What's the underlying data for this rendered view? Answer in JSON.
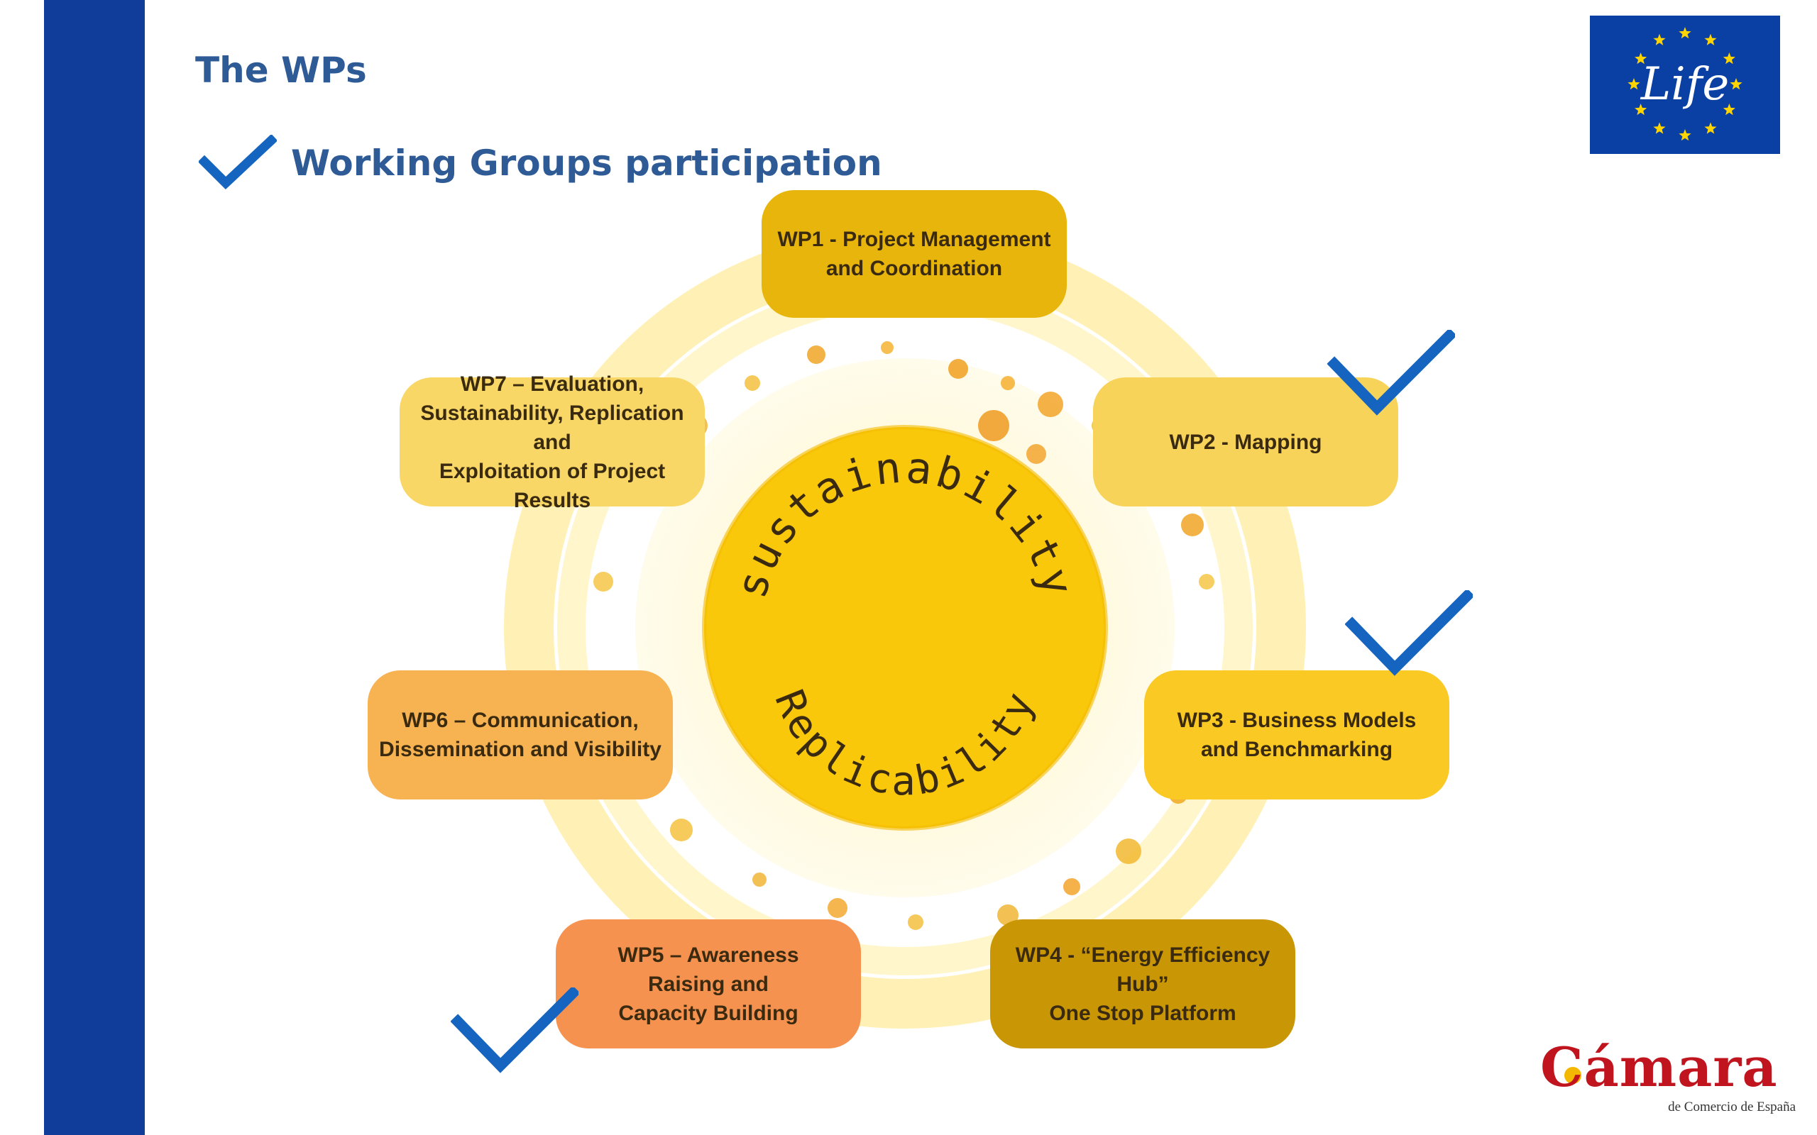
{
  "slide": {
    "title": "The WPs",
    "subtitle": "Working Groups participation"
  },
  "diagram": {
    "center_text_top": "sustainability",
    "center_text_bottom": "Replicability",
    "work_packages": [
      {
        "id": "wp1",
        "label": "WP1 -  Project Management\nand Coordination",
        "color": "#e8b50c",
        "participation": false
      },
      {
        "id": "wp2",
        "label": "WP2 - Mapping",
        "color": "#f7d35a",
        "participation": true
      },
      {
        "id": "wp3",
        "label": "WP3 - Business Models\nand Benchmarking",
        "color": "#fac924",
        "participation": true
      },
      {
        "id": "wp4",
        "label": "WP4 - “Energy Efficiency Hub”\nOne Stop Platform",
        "color": "#c99605",
        "participation": false
      },
      {
        "id": "wp5",
        "label": "WP5 – Awareness\nRaising and\nCapacity Building",
        "color": "#f6924f",
        "participation": true
      },
      {
        "id": "wp6",
        "label": "WP6 – Communication,\nDissemination and Visibility",
        "color": "#f7b252",
        "participation": false
      },
      {
        "id": "wp7",
        "label": "WP7 – Evaluation,\nSustainability, Replication and\nExploitation of Project Results",
        "color": "#f8d766",
        "participation": false
      }
    ]
  },
  "colors": {
    "sidebar": "#0f3d99",
    "heading": "#2e5a96",
    "check": "#1565c0",
    "eu_blue": "#0a3fa3",
    "eu_star": "#ffd400",
    "camara_red": "#c0151f"
  },
  "logos": {
    "life_text": "Life",
    "camara_name": "Cámara",
    "camara_tagline": "de Comercio de España"
  }
}
